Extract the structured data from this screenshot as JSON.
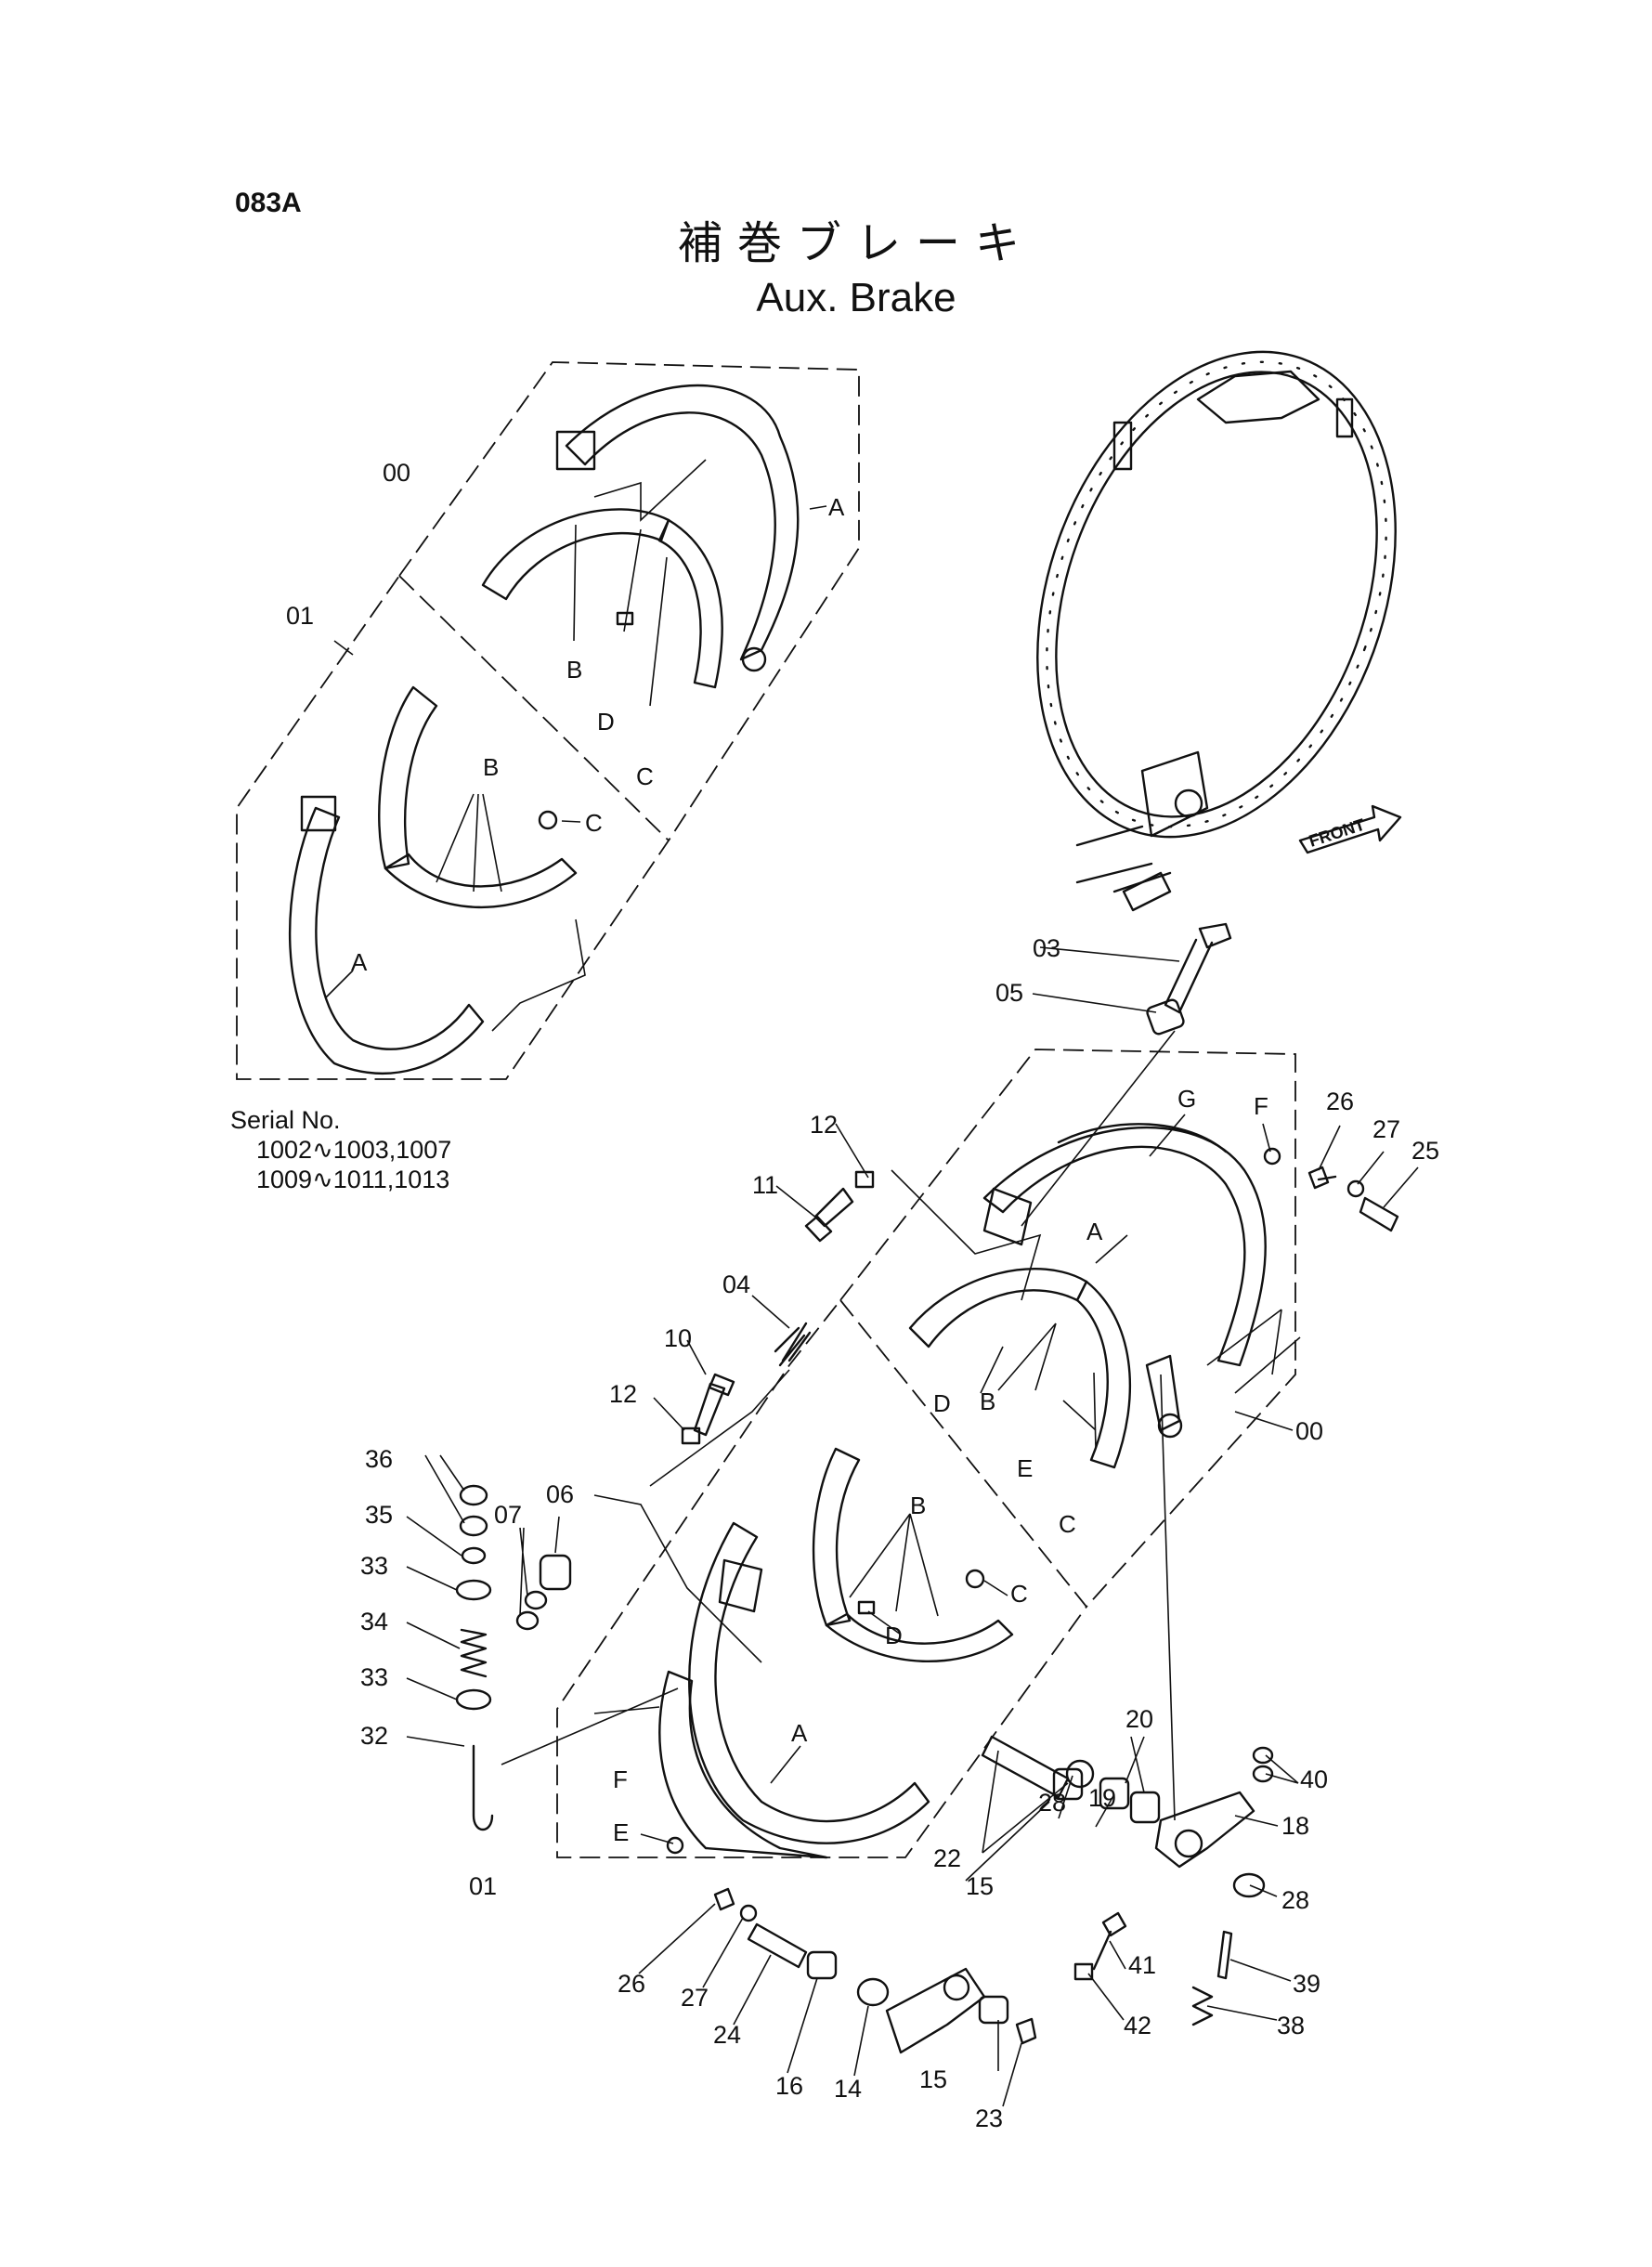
{
  "page_code": "083A",
  "title_jp": "補巻ブレーキ",
  "title_en": "Aux. Brake",
  "serial": {
    "heading": "Serial No.",
    "line1": "1002∿1003,1007",
    "line2": "1009∿1011,1013"
  },
  "front_label": "FRONT",
  "callouts": {
    "top_assembly": [
      "00",
      "01",
      "A",
      "B",
      "C",
      "D",
      "B",
      "C",
      "A"
    ],
    "numbers": [
      "03",
      "05",
      "12",
      "11",
      "04",
      "10",
      "12",
      "06",
      "07",
      "36",
      "35",
      "33",
      "34",
      "33",
      "32",
      "26",
      "27",
      "25",
      "00",
      "01",
      "22",
      "15",
      "28",
      "19",
      "20",
      "40",
      "18",
      "28",
      "39",
      "38",
      "41",
      "42",
      "26",
      "27",
      "24",
      "16",
      "14",
      "15",
      "23"
    ],
    "letters": [
      "G",
      "F",
      "A",
      "D",
      "B",
      "E",
      "C",
      "B",
      "C",
      "D",
      "A",
      "F",
      "E"
    ]
  }
}
